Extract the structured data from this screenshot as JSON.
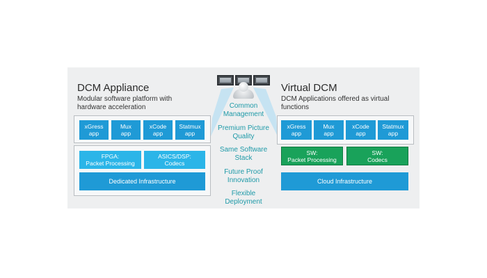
{
  "left": {
    "title": "DCM Appliance",
    "subtitle_line1": "Modular software platform with",
    "subtitle_line2": "hardware acceleration",
    "apps": [
      {
        "line1": "xGress",
        "line2": "app"
      },
      {
        "line1": "Mux",
        "line2": "app"
      },
      {
        "line1": "xCode",
        "line2": "app"
      },
      {
        "line1": "Statmux",
        "line2": "app"
      }
    ],
    "accel": [
      {
        "line1": "FPGA:",
        "line2": "Packet Processing"
      },
      {
        "line1": "ASICS/DSP:",
        "line2": "Codecs"
      }
    ],
    "infra": "Dedicated Infrastructure"
  },
  "right": {
    "title": "Virtual DCM",
    "subtitle_line1": "DCM Applications offered as virtual",
    "subtitle_line2": "functions",
    "apps": [
      {
        "line1": "xGress",
        "line2": "app"
      },
      {
        "line1": "Mux",
        "line2": "app"
      },
      {
        "line1": "xCode",
        "line2": "app"
      },
      {
        "line1": "Statmux",
        "line2": "app"
      }
    ],
    "accel": [
      {
        "line1": "SW:",
        "line2": "Packet Processing"
      },
      {
        "line1": "SW:",
        "line2": "Codecs"
      }
    ],
    "infra": "Cloud Infrastructure"
  },
  "benefits": [
    {
      "line1": "Common",
      "line2": "Management"
    },
    {
      "line1": "Premium Picture",
      "line2": "Quality"
    },
    {
      "line1": "Same Software",
      "line2": "Stack"
    },
    {
      "line1": "Future Proof",
      "line2": "Innovation"
    },
    {
      "line1": "Flexible",
      "line2": "Deployment"
    }
  ],
  "colors": {
    "app": "#1f9ad6",
    "hardware": "#2bb5e8",
    "software": "#19a25a",
    "benefit_text": "#1f9aa8"
  },
  "icons": {
    "center": "management-operator-icon"
  }
}
